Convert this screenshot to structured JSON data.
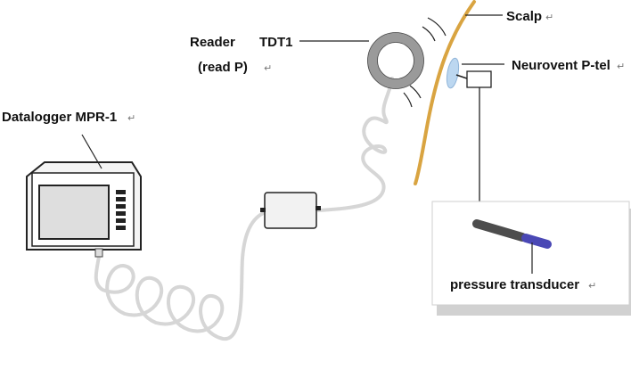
{
  "labels": {
    "reader": "Reader",
    "reader_sub": "(read P)",
    "tdt1": "TDT1",
    "scalp": "Scalp",
    "neurovent": "Neurovent P-tel",
    "datalogger": "Datalogger MPR-1",
    "transducer": "pressure transducer",
    "return_mark": "↵"
  },
  "colors": {
    "cable": "#d6d6d6",
    "ring": "#9a9a9a",
    "scalp": "#d9a441",
    "probe_tip": "#4a48b5",
    "probe_body": "#4d4d4d",
    "implant": "#bcd7f0",
    "screen": "#dedede"
  },
  "icons": [
    "reader-ring-icon",
    "wireless-wave-icon",
    "datalogger-device-icon",
    "adapter-box-icon",
    "implant-icon",
    "pressure-probe-icon"
  ]
}
